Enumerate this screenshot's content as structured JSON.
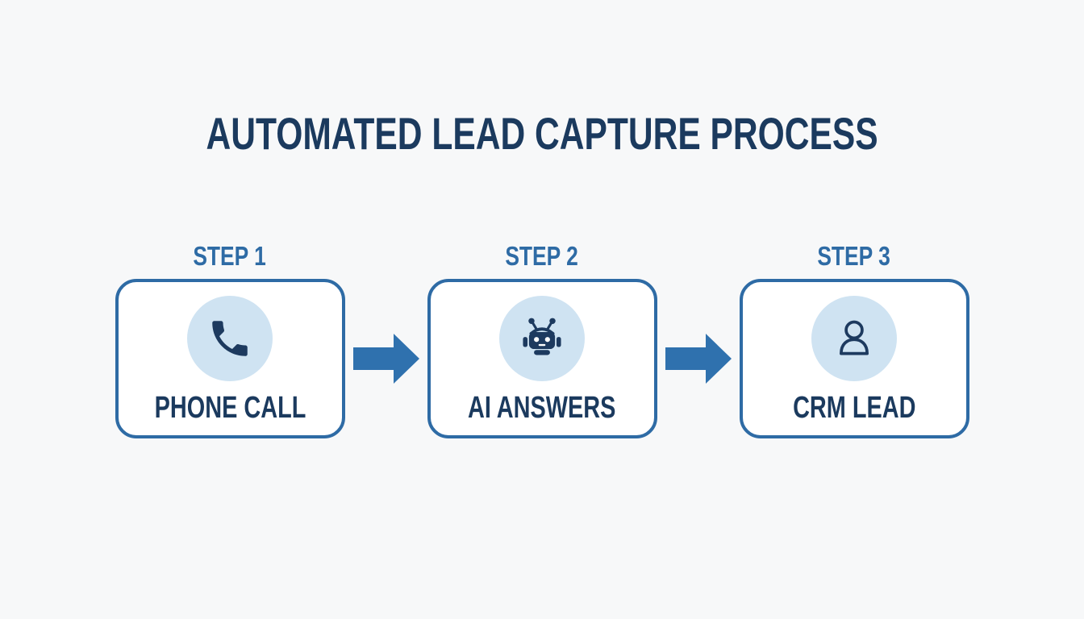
{
  "title": "AUTOMATED LEAD CAPTURE PROCESS",
  "steps": [
    {
      "label": "STEP 1",
      "name": "PHONE CALL",
      "icon": "phone-icon"
    },
    {
      "label": "STEP 2",
      "name": "AI ANSWERS",
      "icon": "robot-icon"
    },
    {
      "label": "STEP 3",
      "name": "CRM LEAD",
      "icon": "person-icon"
    }
  ],
  "colors": {
    "page-bg": "#f7f8f9",
    "card-bg": "#ffffff",
    "border-blue": "#2e6ba5",
    "label-blue": "#2e6ba5",
    "arrow-blue": "#2f71ae",
    "navy": "#1b3a5e",
    "icon-navy": "#1d3a5f",
    "circle-bg": "#cfe3f2"
  }
}
